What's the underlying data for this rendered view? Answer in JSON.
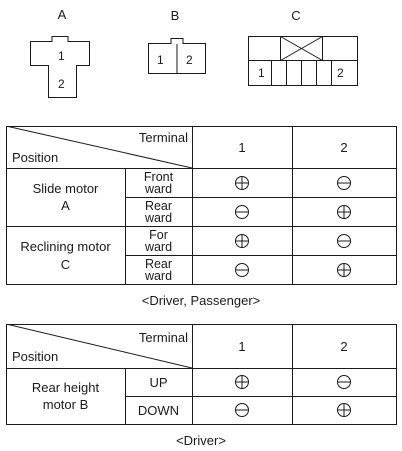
{
  "connectors": {
    "a": {
      "label": "A",
      "pins": [
        "1",
        "2"
      ]
    },
    "b": {
      "label": "B",
      "pins": [
        "1",
        "2"
      ]
    },
    "c": {
      "label": "C",
      "pins": [
        "1",
        "2"
      ]
    }
  },
  "symbols": {
    "plus": "⊕",
    "minus": "⊖"
  },
  "table1": {
    "header": {
      "terminal": "Terminal",
      "position": "Position",
      "col1": "1",
      "col2": "2"
    },
    "groups": [
      {
        "name_line1": "Slide motor",
        "name_line2": "A",
        "rows": [
          {
            "dir_line1": "Front",
            "dir_line2": "ward",
            "t1": "plus",
            "t2": "minus"
          },
          {
            "dir_line1": "Rear",
            "dir_line2": "ward",
            "t1": "minus",
            "t2": "plus"
          }
        ]
      },
      {
        "name_line1": "Reclining motor",
        "name_line2": "C",
        "rows": [
          {
            "dir_line1": "For",
            "dir_line2": "ward",
            "t1": "plus",
            "t2": "minus"
          },
          {
            "dir_line1": "Rear",
            "dir_line2": "ward",
            "t1": "minus",
            "t2": "plus"
          }
        ]
      }
    ],
    "caption": "<Driver, Passenger>"
  },
  "table2": {
    "header": {
      "terminal": "Terminal",
      "position": "Position",
      "col1": "1",
      "col2": "2"
    },
    "groups": [
      {
        "name_line1": "Rear height",
        "name_line2": "motor B",
        "rows": [
          {
            "dir": "UP",
            "t1": "plus",
            "t2": "minus"
          },
          {
            "dir": "DOWN",
            "t1": "minus",
            "t2": "plus"
          }
        ]
      }
    ],
    "caption": "<Driver>"
  }
}
